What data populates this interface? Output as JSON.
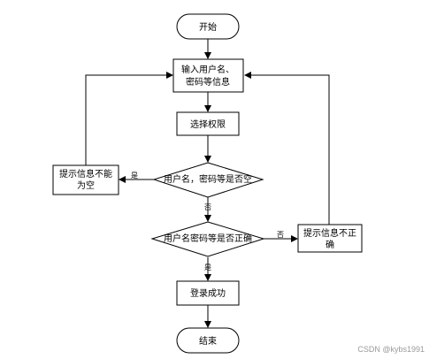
{
  "nodes": {
    "start": "开始",
    "input": [
      "输入用户名、",
      "密码等信息"
    ],
    "select": "选择权限",
    "check_empty": "用户名，密码等是否空",
    "empty_msg": [
      "提示信息不能",
      "为空"
    ],
    "check_correct": "用户名密码等是否正确",
    "wrong_msg": [
      "提示信息不正",
      "确"
    ],
    "login": "登录成功",
    "end": "结束"
  },
  "edges": {
    "yes": "是",
    "no": "否"
  },
  "watermark": "CSDN @kybs1991"
}
